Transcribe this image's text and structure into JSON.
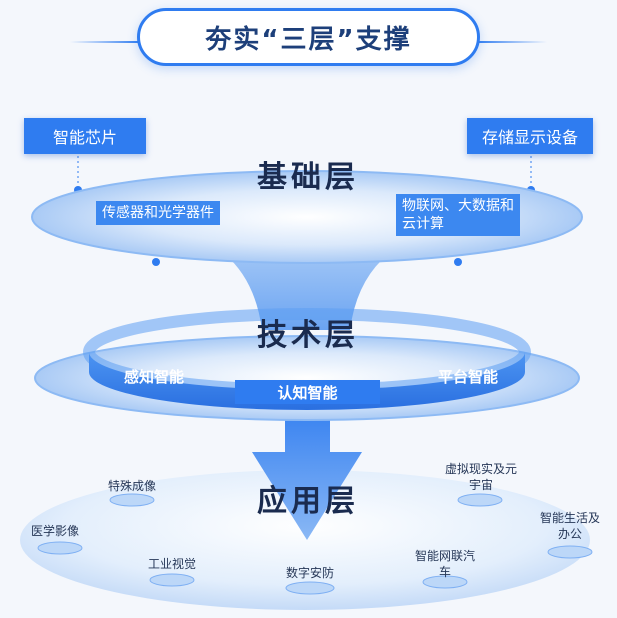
{
  "title": "夯实“三层”支撑",
  "foundation": {
    "title": "基础层",
    "side_boxes": [
      "智能芯片",
      "存储显示设备"
    ],
    "disc_labels": [
      "传感器和光学器件",
      "物联网、大数据和云计算"
    ]
  },
  "technology": {
    "title": "技术层",
    "bands": [
      "感知智能",
      "认知智能",
      "平台智能"
    ]
  },
  "application": {
    "title": "应用层",
    "items": [
      "特殊成像",
      "虚拟现实及元宇宙",
      "医学影像",
      "智能生活及办公",
      "工业视觉",
      "数字安防",
      "智能网联汽车"
    ]
  },
  "colors": {
    "accent": "#2f7cf0",
    "title_text": "#1d3f7a",
    "layer_text": "#1a2b4f"
  }
}
